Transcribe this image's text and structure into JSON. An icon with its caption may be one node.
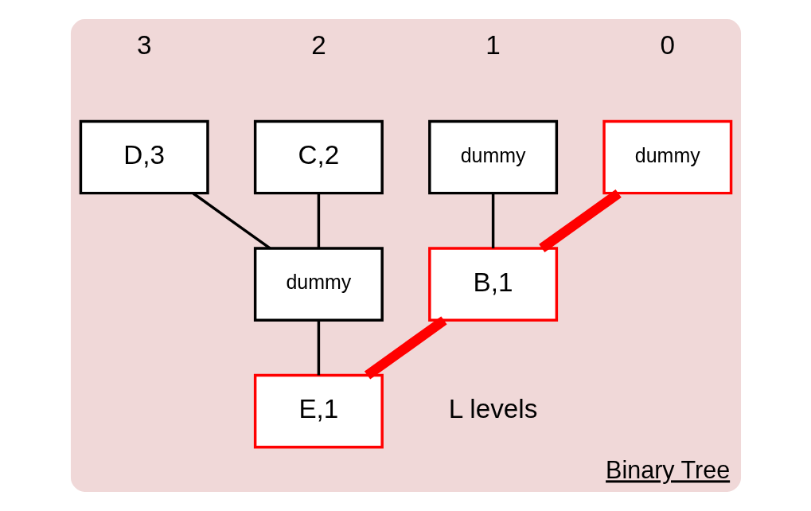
{
  "diagram": {
    "nodes": [
      {
        "text": [
          "Binary Tree"
        ]
      },
      {
        "text": [
          "dummy"
        ],
        "in": 0
      },
      {
        "text": [
          "dummy"
        ],
        "in": 0
      },
      {
        "text": [
          "C,2"
        ],
        "in": 0
      },
      {
        "text": [
          "D,3"
        ],
        "in": 0
      },
      {
        "text": [
          "B,1"
        ],
        "in": 0
      },
      {
        "text": [
          "dummy"
        ],
        "in": 0
      },
      {
        "text": [
          "E,1"
        ],
        "in": 0
      }
    ],
    "edges": [
      {
        "from": 1,
        "to": 5,
        "arrow": "none",
        "style": "thick",
        "color": "#ff0000"
      },
      {
        "from": 2,
        "to": 5,
        "arrow": "none"
      },
      {
        "from": 3,
        "to": 6,
        "arrow": "none"
      },
      {
        "from": 4,
        "to": 6,
        "arrow": "none"
      },
      {
        "from": 5,
        "to": 7,
        "arrow": "none",
        "style": "thick",
        "color": "#ff0000"
      },
      {
        "from": 6,
        "to": 7,
        "arrow": "none"
      }
    ],
    "labels": [
      "0",
      "1",
      "2",
      "3",
      "L levels"
    ]
  }
}
